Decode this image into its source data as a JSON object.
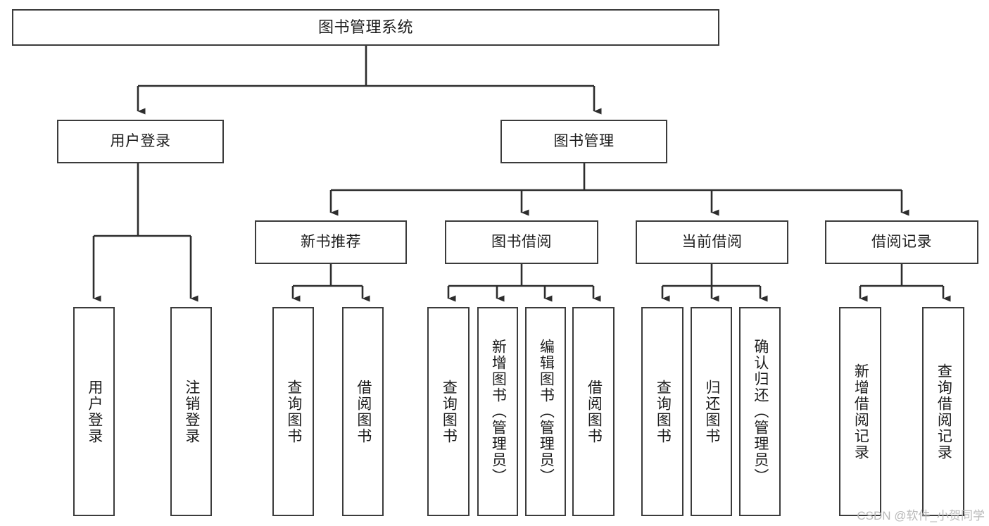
{
  "diagram": {
    "type": "tree-hierarchy",
    "title": "图书管理系统",
    "orientation": "top-down",
    "watermark": "CSDN @软件_小贺同学",
    "colors": {
      "box_border": "#3b3b3b",
      "box_fill": "#ffffff",
      "connector": "#2d2d2d",
      "text": "#1c1c1c",
      "watermark": "#b9b9b9"
    },
    "levels": [
      {
        "level": 1,
        "nodes": [
          {
            "id": "root",
            "label": "图书管理系统",
            "orientation": "horizontal"
          }
        ]
      },
      {
        "level": 2,
        "nodes": [
          {
            "id": "login",
            "label": "用户登录",
            "orientation": "horizontal",
            "parent": "root"
          },
          {
            "id": "bookmgmt",
            "label": "图书管理",
            "orientation": "horizontal",
            "parent": "root"
          }
        ]
      },
      {
        "level": 3,
        "nodes": [
          {
            "id": "newbook",
            "label": "新书推荐",
            "orientation": "horizontal",
            "parent": "bookmgmt"
          },
          {
            "id": "borrow",
            "label": "图书借阅",
            "orientation": "horizontal",
            "parent": "bookmgmt"
          },
          {
            "id": "current",
            "label": "当前借阅",
            "orientation": "horizontal",
            "parent": "bookmgmt"
          },
          {
            "id": "record",
            "label": "借阅记录",
            "orientation": "horizontal",
            "parent": "bookmgmt"
          }
        ]
      },
      {
        "level": 4,
        "nodes": [
          {
            "id": "leaf-user-login",
            "label": "用户登录",
            "orientation": "vertical",
            "parent": "login"
          },
          {
            "id": "leaf-user-logout",
            "label": "注销登录",
            "orientation": "vertical",
            "parent": "login"
          },
          {
            "id": "leaf-query-book-1",
            "label": "查询图书",
            "orientation": "vertical",
            "parent": "newbook"
          },
          {
            "id": "leaf-borrow-book-1",
            "label": "借阅图书",
            "orientation": "vertical",
            "parent": "newbook"
          },
          {
            "id": "leaf-query-book-2",
            "label": "查询图书",
            "orientation": "vertical",
            "parent": "borrow"
          },
          {
            "id": "leaf-add-book",
            "label": "新增图书（管理员）",
            "orientation": "vertical",
            "parent": "borrow"
          },
          {
            "id": "leaf-edit-book",
            "label": "编辑图书（管理员）",
            "orientation": "vertical",
            "parent": "borrow"
          },
          {
            "id": "leaf-borrow-book-2",
            "label": "借阅图书",
            "orientation": "vertical",
            "parent": "borrow"
          },
          {
            "id": "leaf-query-book-3",
            "label": "查询图书",
            "orientation": "vertical",
            "parent": "current"
          },
          {
            "id": "leaf-return-book",
            "label": "归还图书",
            "orientation": "vertical",
            "parent": "current"
          },
          {
            "id": "leaf-confirm-return",
            "label": "确认归还（管理员）",
            "orientation": "vertical",
            "parent": "current"
          },
          {
            "id": "leaf-add-record",
            "label": "新增借阅记录",
            "orientation": "vertical",
            "parent": "record"
          },
          {
            "id": "leaf-query-record",
            "label": "查询借阅记录",
            "orientation": "vertical",
            "parent": "record"
          }
        ]
      }
    ]
  }
}
